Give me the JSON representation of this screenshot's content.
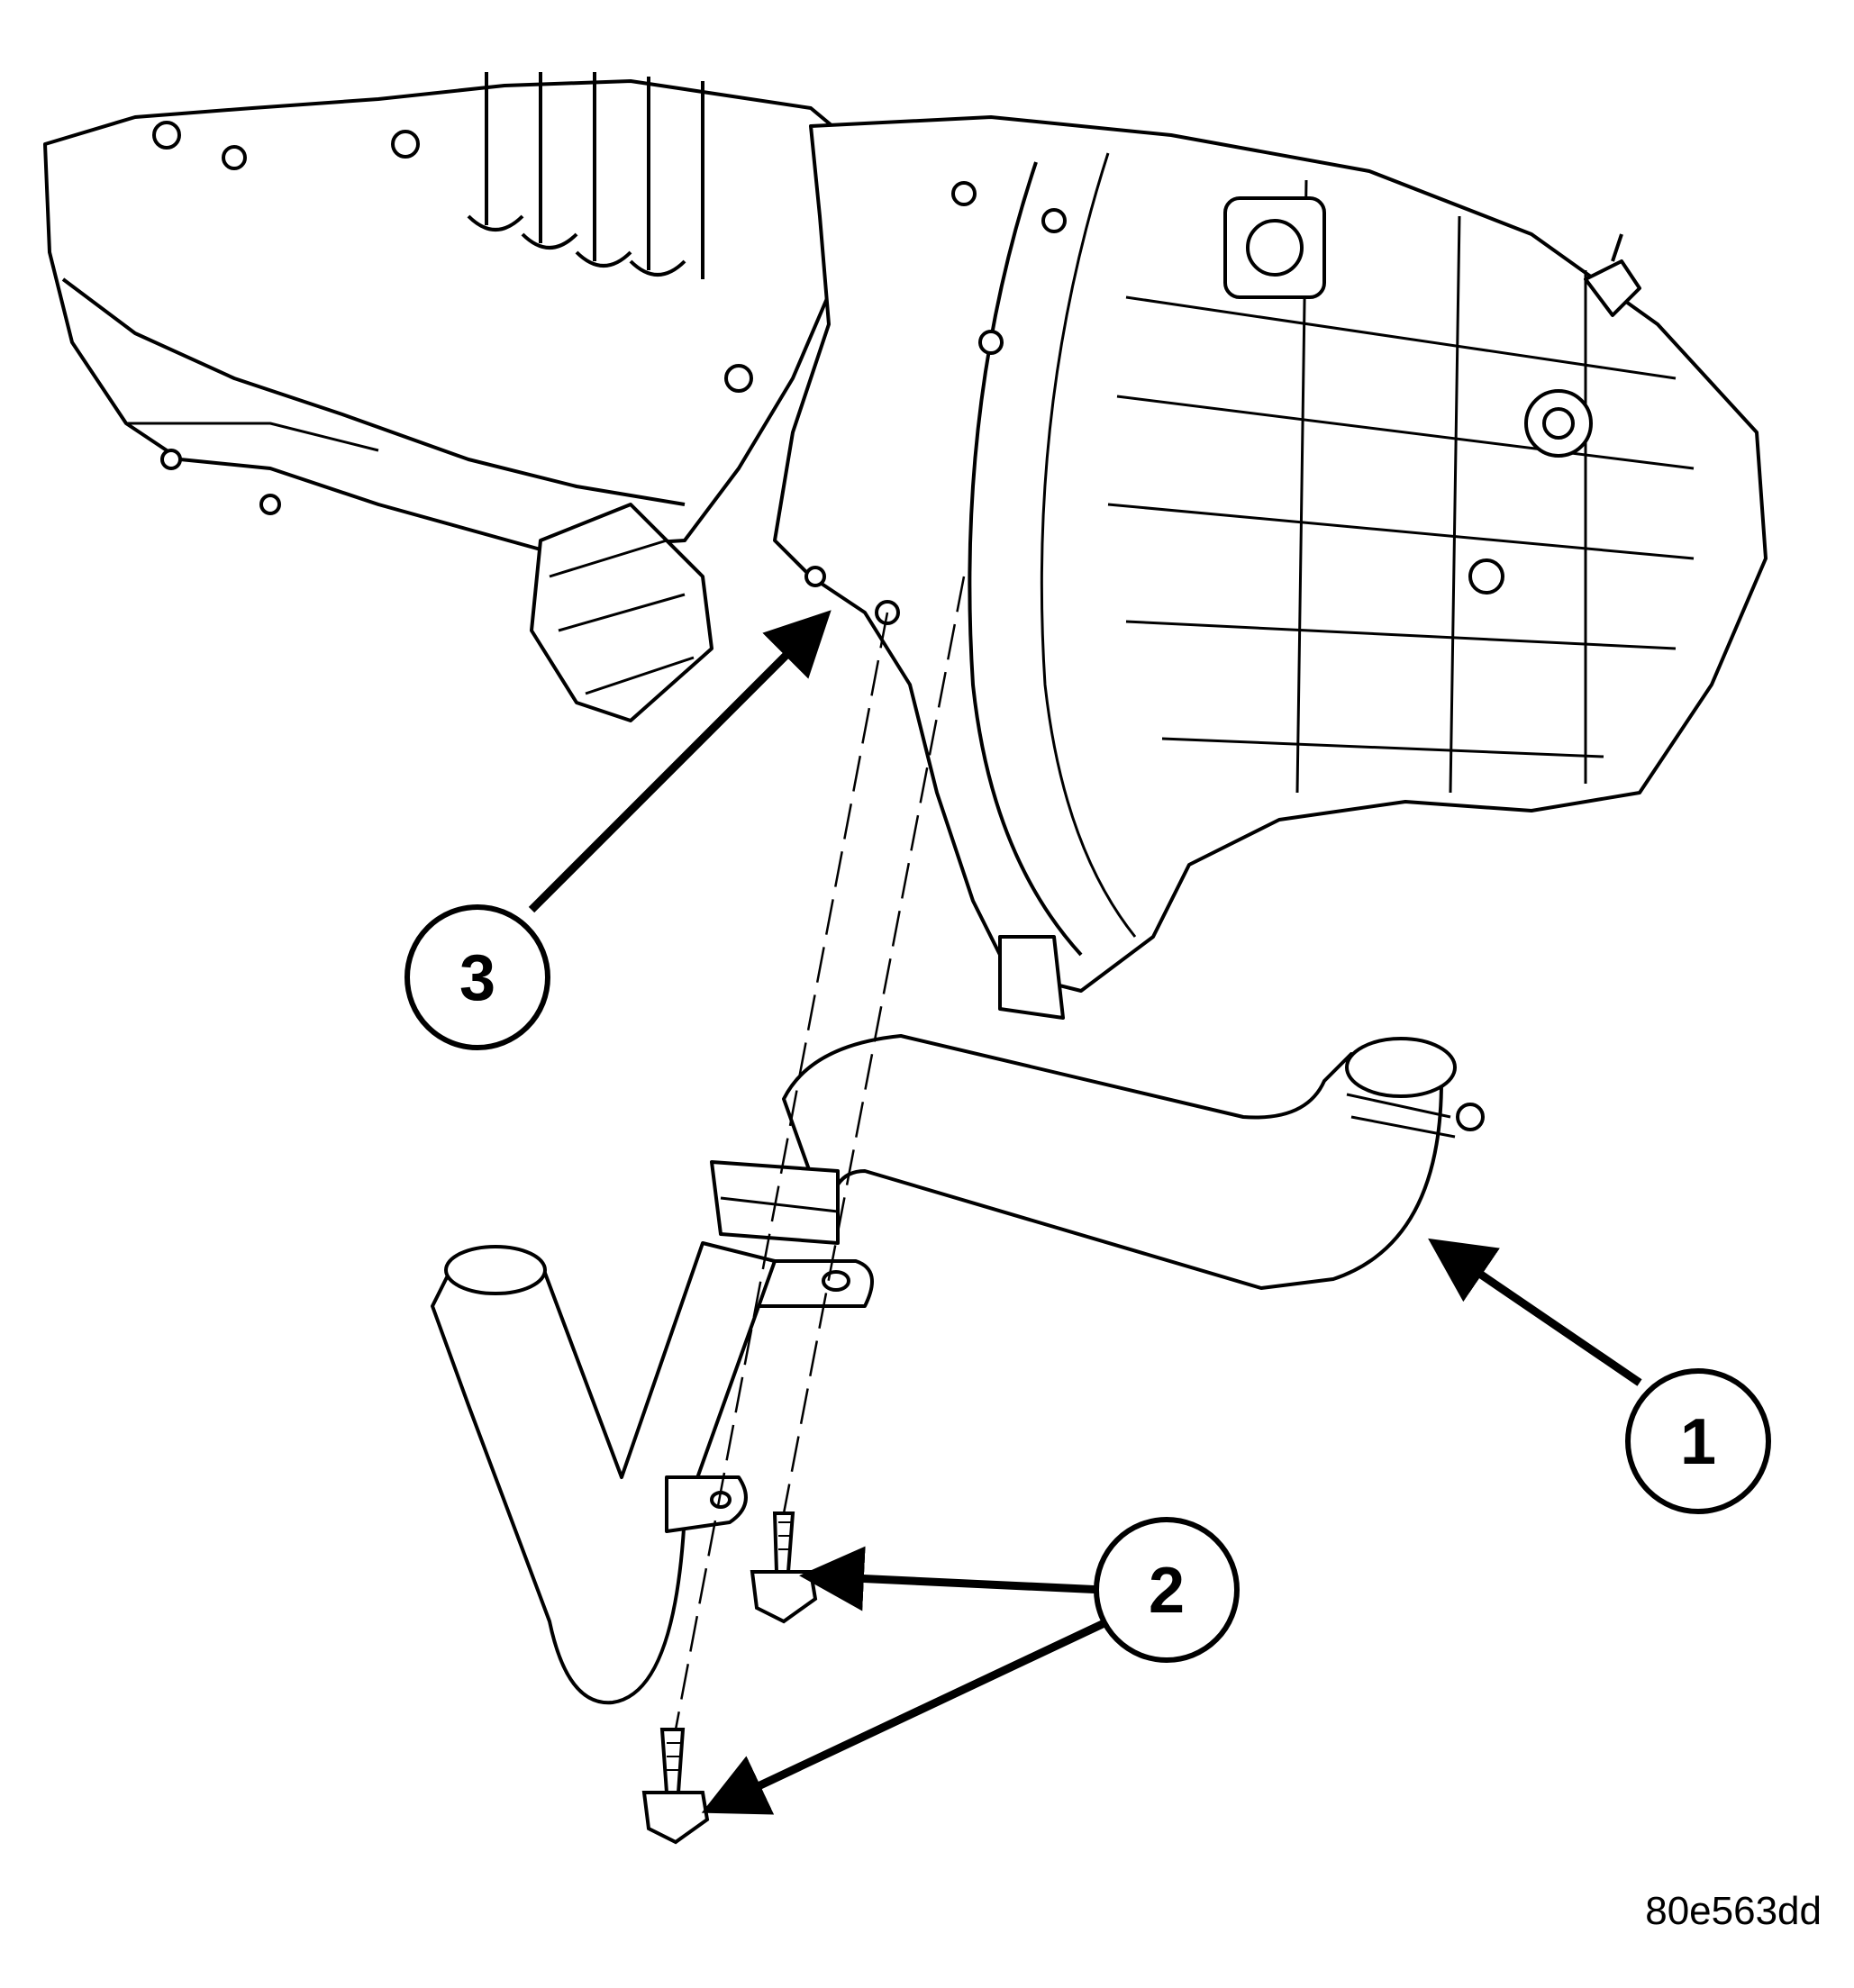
{
  "callouts": {
    "one": "1",
    "two": "2",
    "three": "3"
  },
  "figure_code": "80e563dd",
  "colors": {
    "ink": "#000000",
    "paper": "#ffffff"
  }
}
